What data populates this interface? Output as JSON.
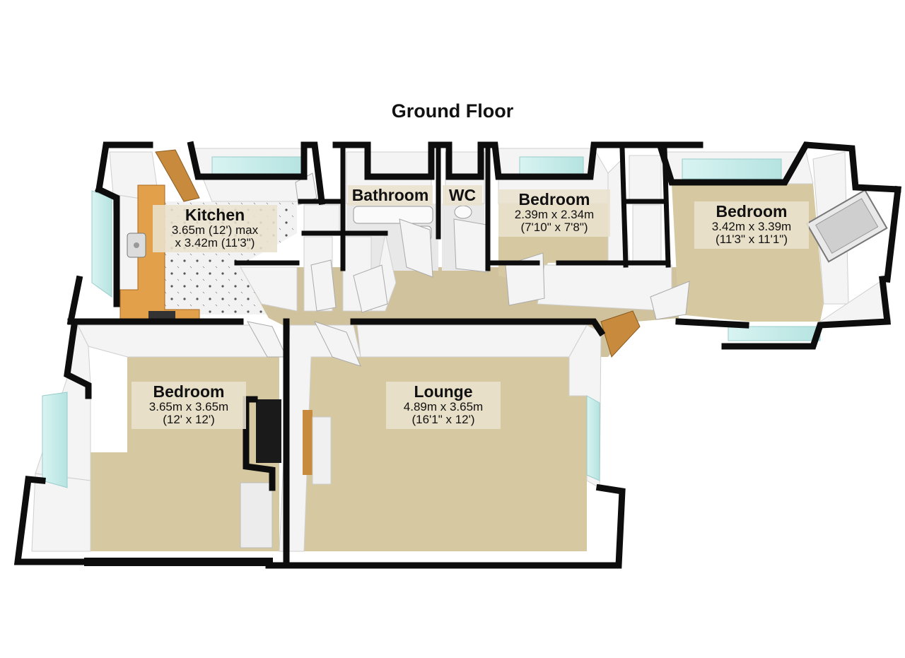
{
  "title": "Ground Floor",
  "rooms": {
    "kitchen": {
      "name": "Kitchen",
      "dim1": "3.65m (12') max",
      "dim2": "x 3.42m (11'3\")"
    },
    "bathroom": {
      "name": "Bathroom"
    },
    "wc": {
      "name": "WC"
    },
    "bedroom_small": {
      "name": "Bedroom",
      "dim1": "2.39m x 2.34m",
      "dim2": "(7'10\" x 7'8\")"
    },
    "bedroom_right": {
      "name": "Bedroom",
      "dim1": "3.42m x 3.39m",
      "dim2": "(11'3\" x 11'1\")"
    },
    "bedroom_left": {
      "name": "Bedroom",
      "dim1": "3.65m x 3.65m",
      "dim2": "(12' x 12')"
    },
    "lounge": {
      "name": "Lounge",
      "dim1": "4.89m x 3.65m",
      "dim2": "(16'1\" x 12')"
    }
  },
  "colors": {
    "wall": "#0d0d0d",
    "wall_face": "#f4f4f4",
    "carpet": "#d6c9a2",
    "window_glass": "#c8ecea",
    "door_wood": "#c88a3c",
    "worktop": "#e3a04a",
    "label_bg": "#ebe1cd"
  }
}
